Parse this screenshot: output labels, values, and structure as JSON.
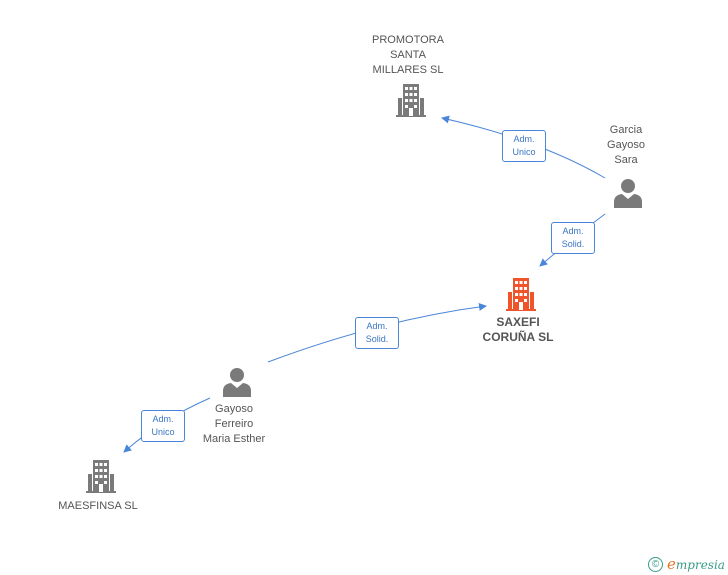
{
  "nodes": {
    "promotora": {
      "label": "PROMOTORA\nSANTA\nMILLARES SL",
      "type": "company"
    },
    "garcia": {
      "label": "Garcia\nGayoso\nSara",
      "type": "person"
    },
    "saxefi": {
      "label": "SAXEFI\nCORUÑA SL",
      "type": "company-main"
    },
    "gayoso": {
      "label": "Gayoso\nFerreiro\nMaria Esther",
      "type": "person"
    },
    "maesfinsa": {
      "label": "MAESFINSA SL",
      "type": "company"
    }
  },
  "edges": {
    "garcia_promotora": {
      "label": "Adm.\nUnico"
    },
    "garcia_saxefi": {
      "label": "Adm.\nSolid."
    },
    "gayoso_saxefi": {
      "label": "Adm.\nSolid."
    },
    "gayoso_maesfinsa": {
      "label": "Adm.\nUnico"
    }
  },
  "colors": {
    "edge": "#4a86d8",
    "company_icon": "#7a7a7a",
    "main_company_icon": "#f0542b",
    "person_icon": "#7a7a7a"
  },
  "footer": {
    "copyright_symbol": "©",
    "brand_initial": "e",
    "brand_rest": "mpresia"
  }
}
